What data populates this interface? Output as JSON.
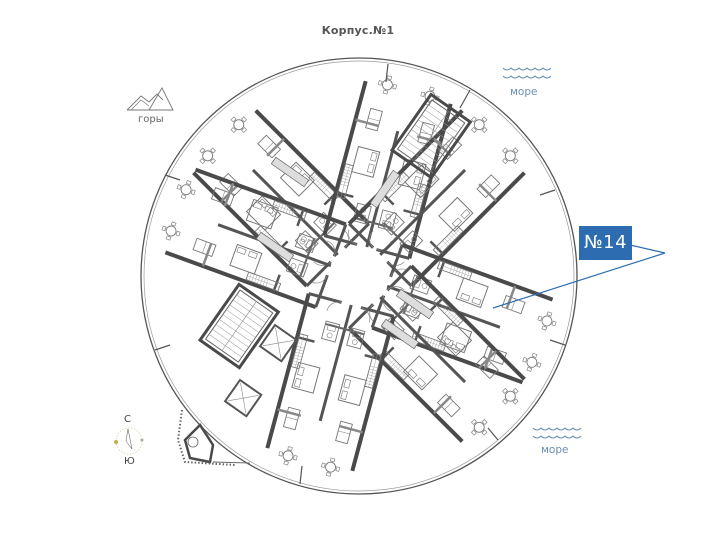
{
  "header": {
    "title": "Корпус.№1"
  },
  "landmarks": {
    "mountains": {
      "label": "горы",
      "icon": "mountains-icon"
    },
    "sea_top": {
      "label": "море",
      "icon": "waves-icon"
    },
    "sea_bottom": {
      "label": "море",
      "icon": "waves-icon"
    }
  },
  "compass": {
    "north": "С",
    "south": "Ю",
    "icon": "compass-icon"
  },
  "highlight": {
    "unit_label": "№14",
    "color": "#2d6cb0"
  },
  "colors": {
    "wall": "#4a4a4a",
    "line": "#777777",
    "sea": "#6b8eb5",
    "accent": "#2d6cb0"
  }
}
